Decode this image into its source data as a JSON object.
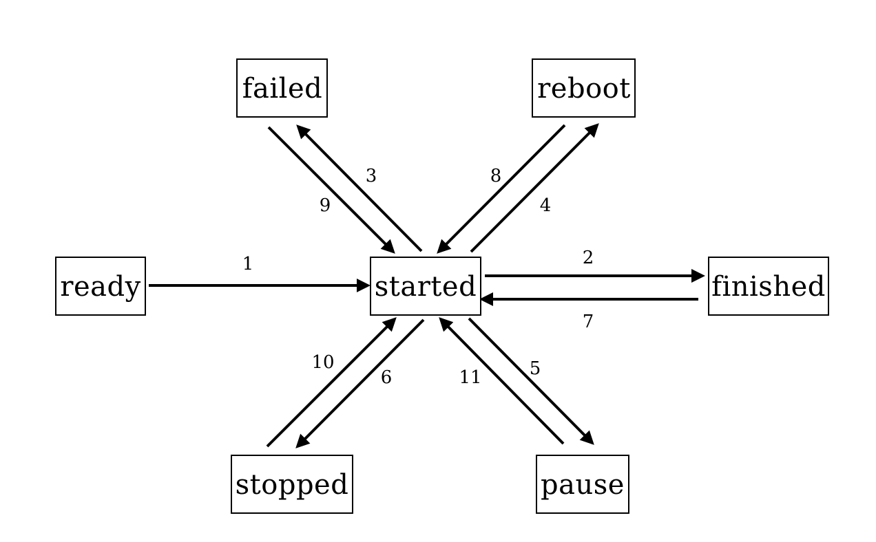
{
  "diagram": {
    "nodes": [
      {
        "id": "ready",
        "label": "ready"
      },
      {
        "id": "started",
        "label": "started"
      },
      {
        "id": "finished",
        "label": "finished"
      },
      {
        "id": "failed",
        "label": "failed"
      },
      {
        "id": "reboot",
        "label": "reboot"
      },
      {
        "id": "stopped",
        "label": "stopped"
      },
      {
        "id": "pause",
        "label": "pause"
      }
    ],
    "edges": [
      {
        "id": "e1",
        "from": "ready",
        "to": "started",
        "label": "1"
      },
      {
        "id": "e2",
        "from": "started",
        "to": "finished",
        "label": "2"
      },
      {
        "id": "e3",
        "from": "started",
        "to": "failed",
        "label": "3"
      },
      {
        "id": "e4",
        "from": "started",
        "to": "reboot",
        "label": "4"
      },
      {
        "id": "e5",
        "from": "started",
        "to": "pause",
        "label": "5"
      },
      {
        "id": "e6",
        "from": "started",
        "to": "stopped",
        "label": "6"
      },
      {
        "id": "e7",
        "from": "finished",
        "to": "started",
        "label": "7"
      },
      {
        "id": "e8",
        "from": "reboot",
        "to": "started",
        "label": "8"
      },
      {
        "id": "e9",
        "from": "failed",
        "to": "started",
        "label": "9"
      },
      {
        "id": "e10",
        "from": "stopped",
        "to": "started",
        "label": "10"
      },
      {
        "id": "e11",
        "from": "pause",
        "to": "started",
        "label": "11"
      }
    ]
  }
}
